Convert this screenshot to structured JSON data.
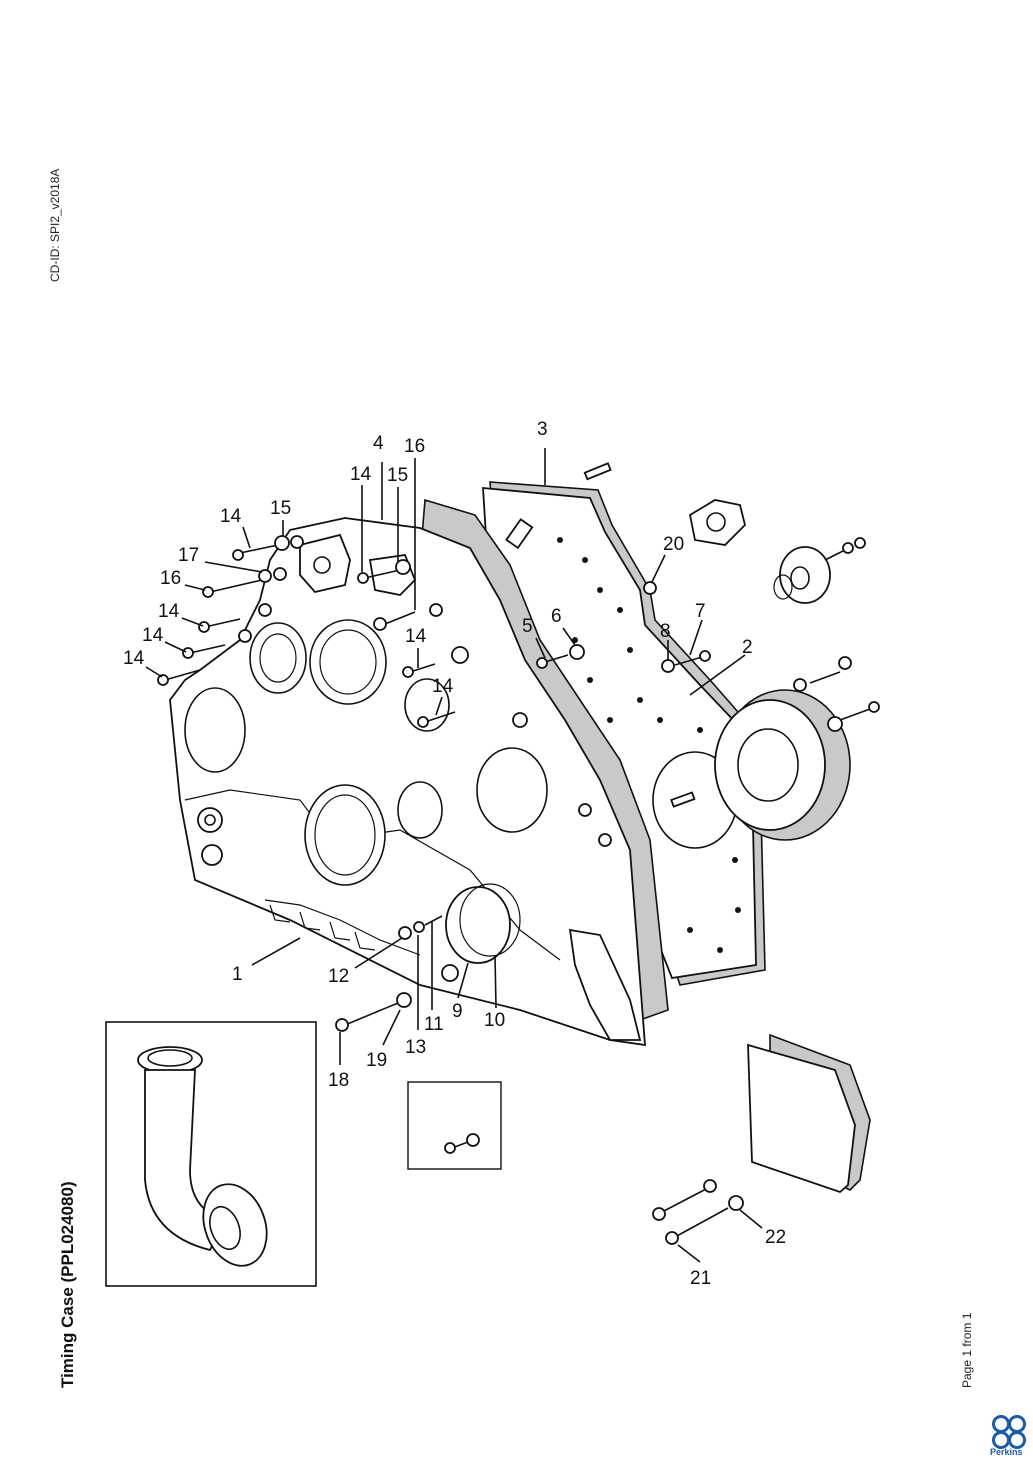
{
  "header": {
    "cd_id": "CD-ID: SPI2_v2018A"
  },
  "title": "Timing Case (PPL024080)",
  "footer": {
    "page": "Page 1 from 1",
    "brand": "Perkins"
  },
  "callouts": [
    {
      "id": "c1",
      "num": "1"
    },
    {
      "id": "c2",
      "num": "2"
    },
    {
      "id": "c3",
      "num": "3"
    },
    {
      "id": "c4",
      "num": "4"
    },
    {
      "id": "c5",
      "num": "5"
    },
    {
      "id": "c6",
      "num": "6"
    },
    {
      "id": "c7",
      "num": "7"
    },
    {
      "id": "c8",
      "num": "8"
    },
    {
      "id": "c9",
      "num": "9"
    },
    {
      "id": "c10",
      "num": "10"
    },
    {
      "id": "c11",
      "num": "11"
    },
    {
      "id": "c12",
      "num": "12"
    },
    {
      "id": "c13",
      "num": "13"
    },
    {
      "id": "c14a",
      "num": "14"
    },
    {
      "id": "c14b",
      "num": "14"
    },
    {
      "id": "c14c",
      "num": "14"
    },
    {
      "id": "c14d",
      "num": "14"
    },
    {
      "id": "c14e",
      "num": "14"
    },
    {
      "id": "c14f",
      "num": "14"
    },
    {
      "id": "c14g",
      "num": "14"
    },
    {
      "id": "c15a",
      "num": "15"
    },
    {
      "id": "c15b",
      "num": "15"
    },
    {
      "id": "c16a",
      "num": "16"
    },
    {
      "id": "c16b",
      "num": "16"
    },
    {
      "id": "c17",
      "num": "17"
    },
    {
      "id": "c18",
      "num": "18"
    },
    {
      "id": "c19",
      "num": "19"
    },
    {
      "id": "c20",
      "num": "20"
    },
    {
      "id": "c21",
      "num": "21"
    },
    {
      "id": "c22",
      "num": "22"
    }
  ]
}
